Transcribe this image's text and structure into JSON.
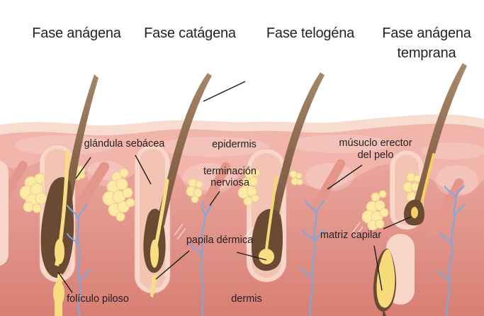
{
  "figure": {
    "type": "hair-growth-phases-diagram",
    "language": "es",
    "phases": [
      {
        "id": "anagen",
        "title": "Fase anágena"
      },
      {
        "id": "catagen",
        "title": "Fase catágena"
      },
      {
        "id": "telogen",
        "title": "Fase telogéna"
      },
      {
        "id": "early-anagen",
        "title": "Fase anágena temprana"
      }
    ],
    "labels": {
      "sebaceous_gland": "glándula sebácea",
      "epidermis": "epidermis",
      "nerve_ending": "terminación nerviosa",
      "erector_muscle": "músuclo erector del pelo",
      "dermal_papilla": "papila dérmica",
      "hair_matrix": "matriz capilar",
      "hair_follicle": "folículo piloso",
      "dermis": "dermis"
    },
    "colors": {
      "background": "#ffffff",
      "epidermis_surface": "#f7dccf",
      "epidermis": "#f1b5ac",
      "dermis_top": "#eaa79e",
      "dermis_bottom": "#d87f74",
      "sheath": "#f8d6c9",
      "sheath_inner": "#f3c3b4",
      "muscle": "#e4968b",
      "hair_light": "#a98a6c",
      "hair_dark": "#6e4c37",
      "bulb_brown": "#6b4a34",
      "root_yellow": "#f8dd82",
      "gland_yellow": "#fdeaa6",
      "gland_edge": "#eed089",
      "vessel_blue": "#74abe4",
      "pointer_line": "#1a1a1a",
      "text": "#231f20"
    }
  }
}
